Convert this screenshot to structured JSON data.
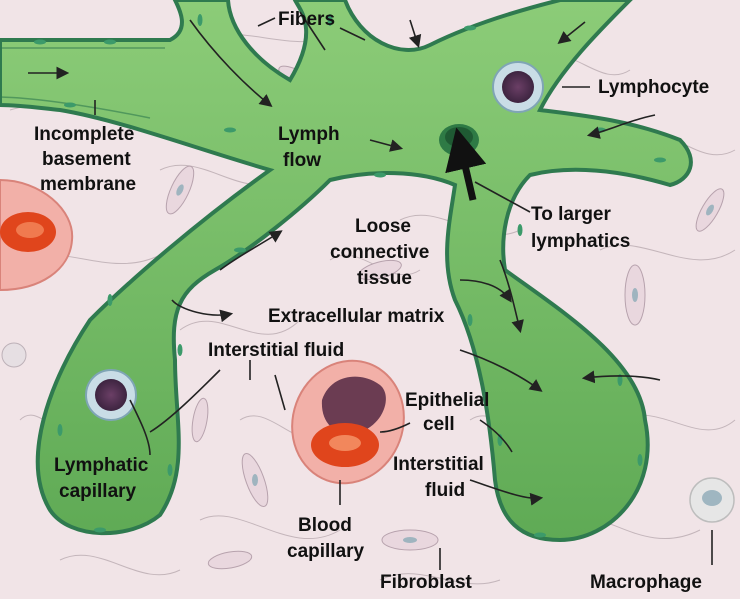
{
  "labels": {
    "fibers": "Fibers",
    "lymphocyte": "Lymphocyte",
    "incomplete_1": "Incomplete",
    "incomplete_2": "basement",
    "incomplete_3": "membrane",
    "lymph_flow_1": "Lymph",
    "lymph_flow_2": "flow",
    "to_larger_1": "To larger",
    "to_larger_2": "lymphatics",
    "loose_1": "Loose",
    "loose_2": "connective",
    "loose_3": "tissue",
    "ecm": "Extracellular matrix",
    "interstitial_left": "Interstitial fluid",
    "epithelial_1": "Epithelial",
    "epithelial_2": "cell",
    "interstitial_right_1": "Interstitial",
    "interstitial_right_2": "fluid",
    "lymphatic_cap_1": "Lymphatic",
    "lymphatic_cap_2": "capillary",
    "blood_cap_1": "Blood",
    "blood_cap_2": "capillary",
    "fibroblast": "Fibroblast",
    "macrophage": "Macrophage"
  },
  "colors": {
    "background": "#f1e4e7",
    "lymph_vessel": "#79bd69",
    "vessel_edge": "#2f7a4f",
    "blood_vessel": "#f2b0a8",
    "red_cell": "#e0451c",
    "lymphocyte_nucleus": "#5a3a5c"
  }
}
